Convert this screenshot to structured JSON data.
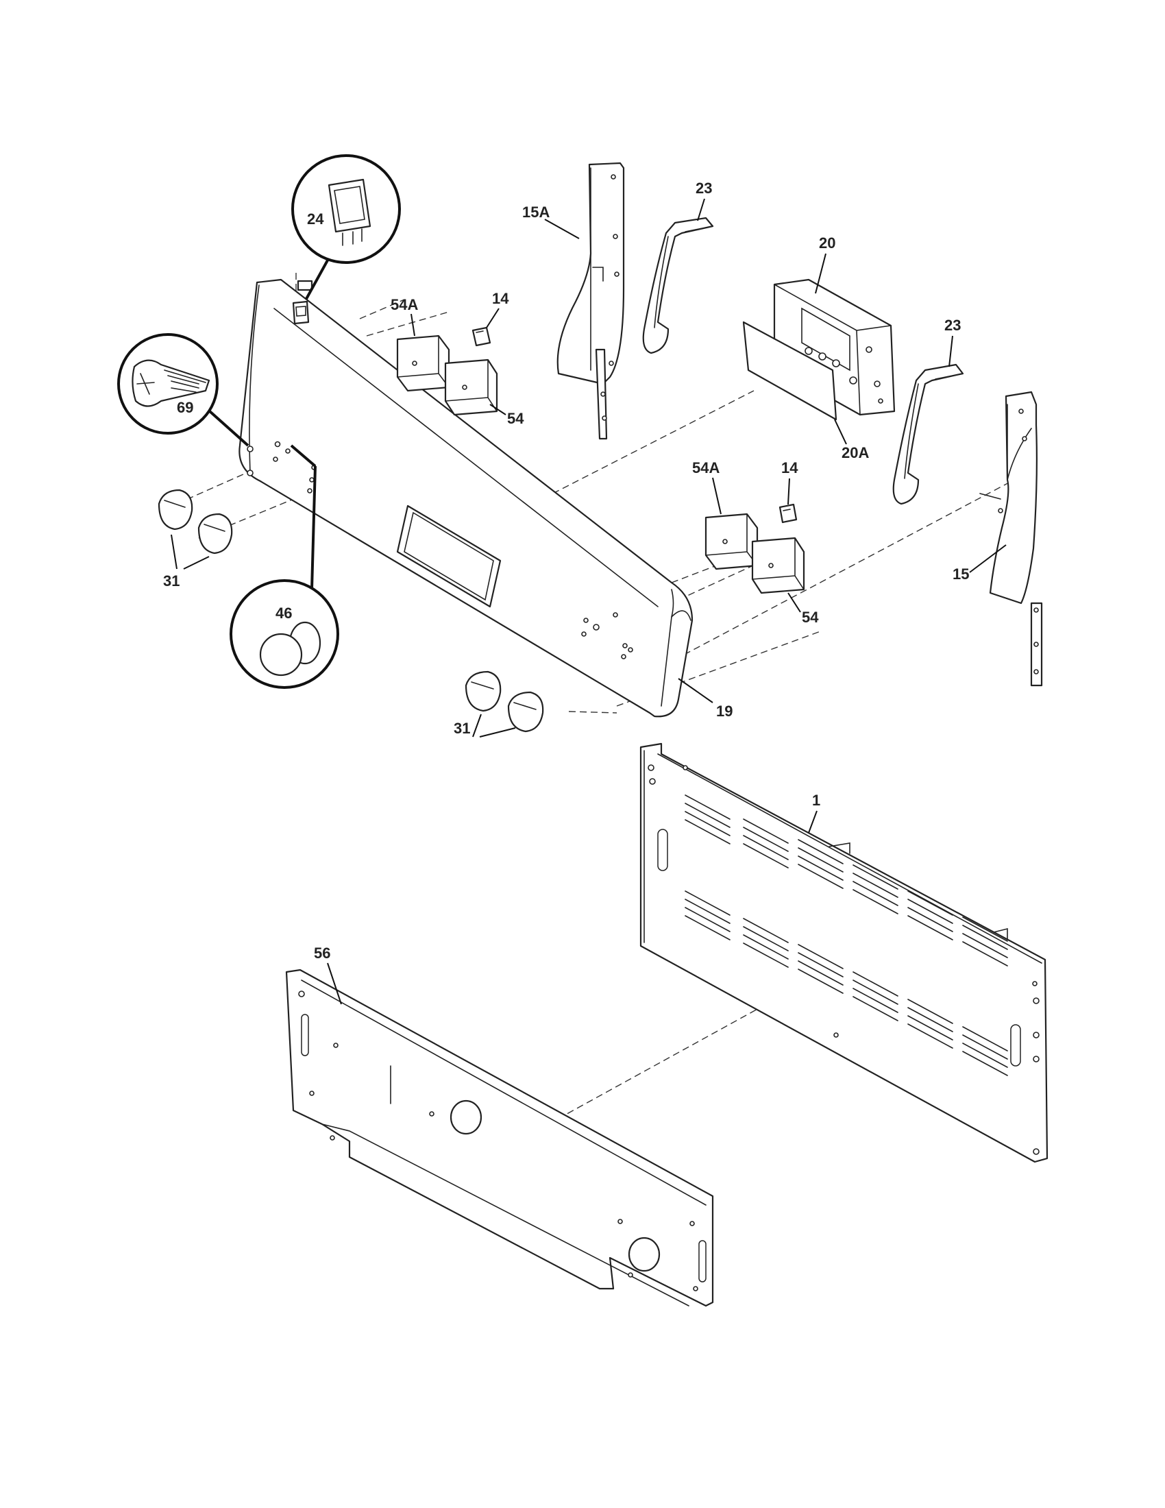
{
  "callouts": {
    "p1": "1",
    "p14a": "14",
    "p14b": "14",
    "p15": "15",
    "p15a": "15A",
    "p19": "19",
    "p20": "20",
    "p20a": "20A",
    "p23a": "23",
    "p23b": "23",
    "p24": "24",
    "p31a": "31",
    "p31b": "31",
    "p46": "46",
    "p54a": "54",
    "p54b": "54",
    "p54Aa": "54A",
    "p54Ab": "54A",
    "p56": "56",
    "p69": "69"
  }
}
